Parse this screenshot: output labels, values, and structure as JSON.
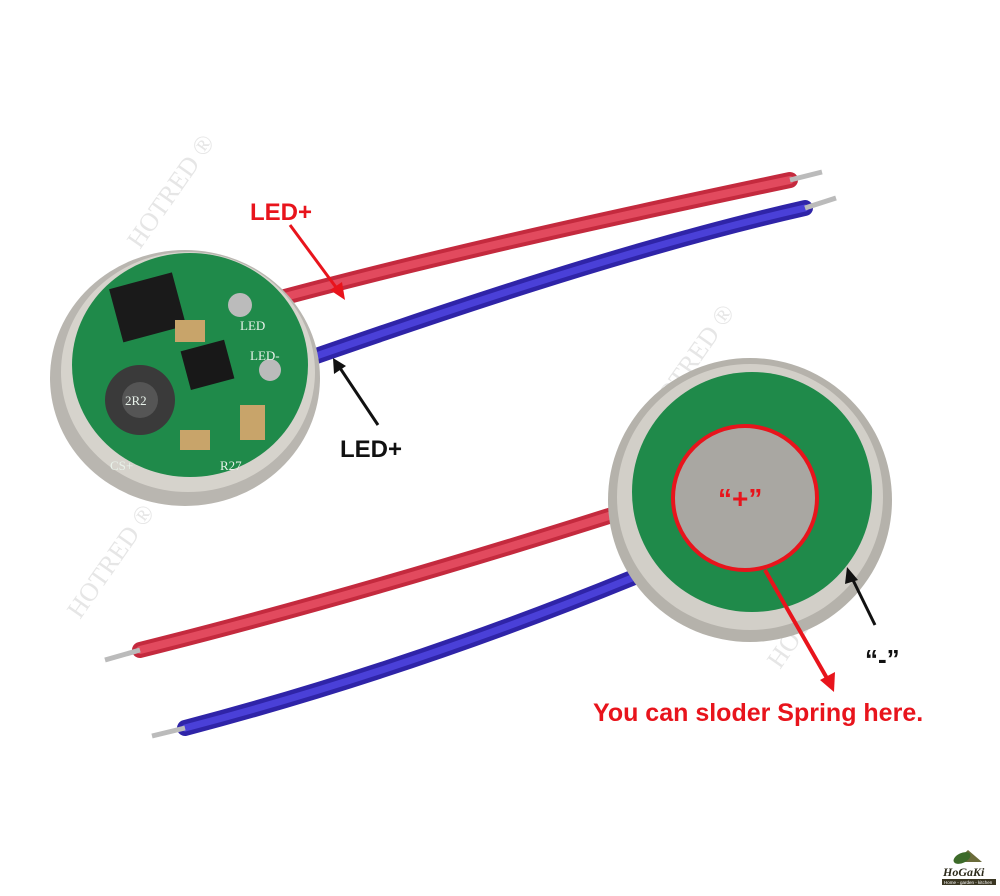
{
  "annotations": {
    "top_led_plus_red": "LED+",
    "led_plus_black": "LED+",
    "plus_marker": "“+”",
    "minus_marker": "“-”",
    "spring_note": "You can sloder Spring here."
  },
  "watermark": "HOTRED ®",
  "silkscreen": [
    "R27",
    "CS+",
    "LED",
    "LED-",
    "2R2"
  ],
  "logo": {
    "name": "HoGaKi",
    "tagline": "Home - garden - kitchen"
  },
  "colors": {
    "annotation_red": "#e8141c",
    "annotation_black": "#111111",
    "pcb_green": "#1f8a4a",
    "wire_red": "#d8334a",
    "wire_blue": "#3a2fc0"
  }
}
